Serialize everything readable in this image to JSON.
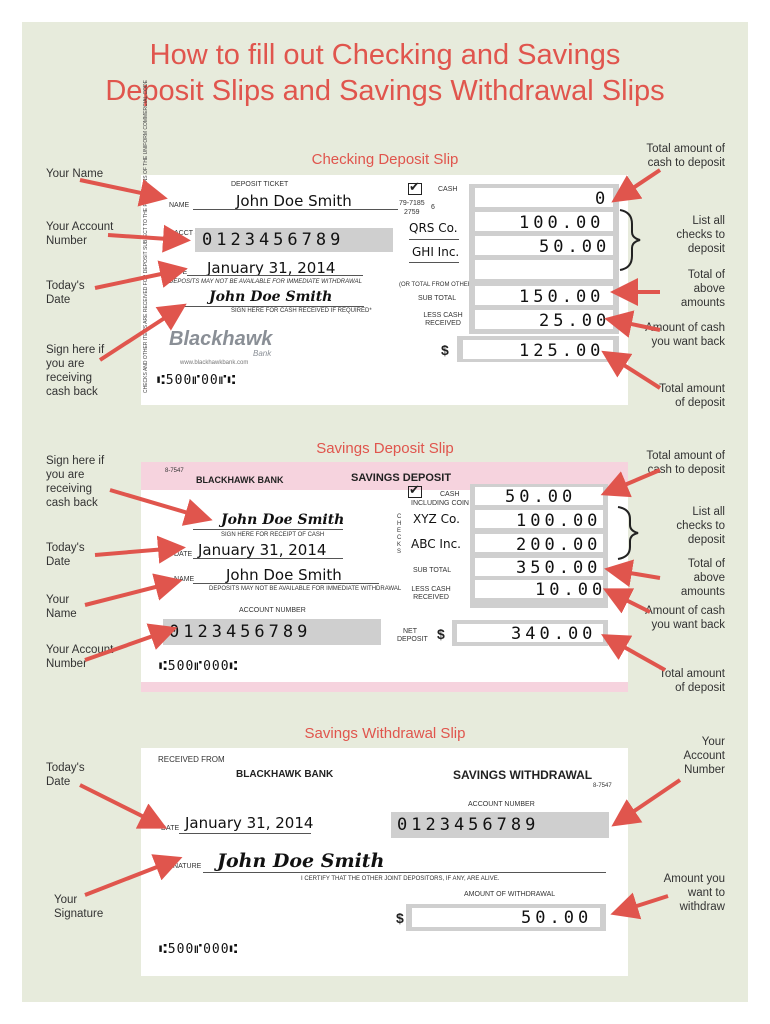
{
  "title": {
    "line1": "How to fill out Checking and Savings",
    "line2": "Deposit Slips and Savings Withdrawal Slips"
  },
  "colors": {
    "accent": "#e0554d",
    "poster_bg": "#e7ebdc",
    "savings_pink": "#f6d3de"
  },
  "checking": {
    "heading": "Checking Deposit Slip",
    "deposit_ticket": "DEPOSIT TICKET",
    "name_label": "NAME",
    "name": "John Doe Smith",
    "acct_label": "ACCT #",
    "acct": "0123456789",
    "date_label": "DATE",
    "date": "January 31, 2014",
    "deposits_note": "DEPOSITS MAY NOT BE AVAILABLE FOR IMMEDIATE WITHDRAWAL",
    "signature": "John Doe Smith",
    "sign_note": "SIGN HERE FOR CASH RECEIVED IF REQUIRED*",
    "bank": "Blackhawk",
    "bank_sub": "Bank",
    "url": "www.blackhawkbank.com",
    "micr": "⑆500⑈00⑈⑆",
    "cash_label": "CASH",
    "routing": "79-7185",
    "routing_b": "2759",
    "routing_num": "6",
    "check1": "QRS Co.",
    "check1_amt": "100.00",
    "check2": "GHI Inc.",
    "check2_amt": "50.00",
    "cash_amt": "0",
    "total_other": "(OR TOTAL FROM OTHER SIDE)",
    "subtotal_label": "SUB TOTAL",
    "subtotal": "150.00",
    "less_cash_label": "LESS CASH RECEIVED",
    "less_cash": "25.00",
    "dollar": "$",
    "total": "125.00",
    "vertical": "CHECKS AND OTHER ITEMS ARE RECEIVED FOR DEPOSIT SUBJECT TO THE PROVISIONS OF THE UNIFORM COMMERCIAL CODE"
  },
  "checking_callouts": {
    "name": "Your Name",
    "account": "Your Account Number",
    "date": "Today's Date",
    "sign": "Sign here if you are receiving cash back",
    "cash": "Total amount of cash to deposit",
    "checks": "List all checks to deposit",
    "above": "Total of above amounts",
    "cashback": "Amount of cash you want back",
    "total": "Total amount of deposit"
  },
  "savings": {
    "heading": "Savings Deposit Slip",
    "code": "8-7547",
    "bank": "BLACKHAWK BANK",
    "title": "SAVINGS DEPOSIT",
    "signature": "John Doe Smith",
    "sign_note": "SIGN HERE FOR RECEIPT OF CASH",
    "date_label": "DATE",
    "date": "January 31, 2014",
    "name_label": "NAME",
    "name": "John Doe Smith",
    "deposits_note": "DEPOSITS MAY NOT BE AVAILABLE FOR IMMEDIATE WITHDRAWAL",
    "acct_label": "ACCOUNT NUMBER",
    "acct": "0123456789",
    "micr": "⑆500⑈000⑆",
    "cash_label": "CASH",
    "coin": "INCLUDING COIN",
    "cash_amt": "50.00",
    "checks_v": "CHECKS",
    "check1": "XYZ Co.",
    "check1_amt": "100.00",
    "check2": "ABC Inc.",
    "check2_amt": "200.00",
    "subtotal_label": "SUB TOTAL",
    "subtotal": "350.00",
    "less_cash_label": "LESS CASH RECEIVED",
    "less_cash": "10.00",
    "net_label": "NET DEPOSIT",
    "dollar": "$",
    "net": "340.00"
  },
  "savings_callouts": {
    "sign": "Sign here if you are receiving cash back",
    "date": "Today's Date",
    "name": "Your Name",
    "account": "Your Account Number",
    "cash": "Total amount of cash to deposit",
    "checks": "List all checks to deposit",
    "above": "Total of above amounts",
    "cashback": "Amount of cash you want back",
    "total": "Total amount of deposit"
  },
  "withdrawal": {
    "heading": "Savings Withdrawal Slip",
    "received": "RECEIVED FROM",
    "bank": "BLACKHAWK BANK",
    "title": "SAVINGS WITHDRAWAL",
    "code": "8-7547",
    "acct_label": "ACCOUNT NUMBER",
    "acct": "0123456789",
    "date_label": "DATE",
    "date": "January 31, 2014",
    "sig_label": "SIGNATURE",
    "signature": "John Doe Smith",
    "certify": "I CERTIFY THAT THE OTHER JOINT DEPOSITORS, IF ANY, ARE ALIVE.",
    "amount_label": "AMOUNT OF WITHDRAWAL",
    "dollar": "$",
    "amount": "50.00",
    "micr": "⑆500⑈000⑆"
  },
  "withdrawal_callouts": {
    "date": "Today's Date",
    "signature": "Your Signature",
    "account": "Your Account Number",
    "amount": "Amount you want to withdraw"
  }
}
